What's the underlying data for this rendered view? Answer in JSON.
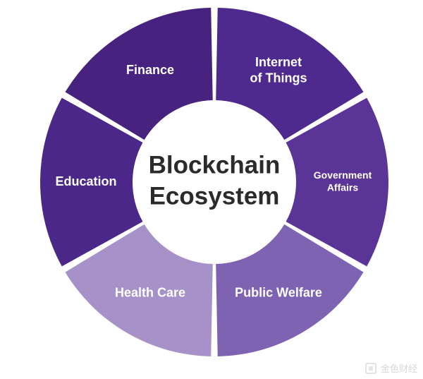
{
  "diagram": {
    "center": {
      "line1": "Blockchain",
      "line2": "Ecosystem"
    },
    "segments": [
      {
        "id": "internet-of-things",
        "lines": [
          "Internet",
          "of Things"
        ],
        "color": "#4e2a8e"
      },
      {
        "id": "government-affairs",
        "lines": [
          "Government",
          "Affairs"
        ],
        "color": "#5a3497"
      },
      {
        "id": "public-welfare",
        "lines": [
          "Public Welfare"
        ],
        "color": "#7f63b3"
      },
      {
        "id": "health-care",
        "lines": [
          "Health Care"
        ],
        "color": "#a691c9"
      },
      {
        "id": "education",
        "lines": [
          "Education"
        ],
        "color": "#4a2788"
      },
      {
        "id": "finance",
        "lines": [
          "Finance"
        ],
        "color": "#47237f"
      }
    ]
  },
  "watermark": {
    "text": "金色财经"
  }
}
